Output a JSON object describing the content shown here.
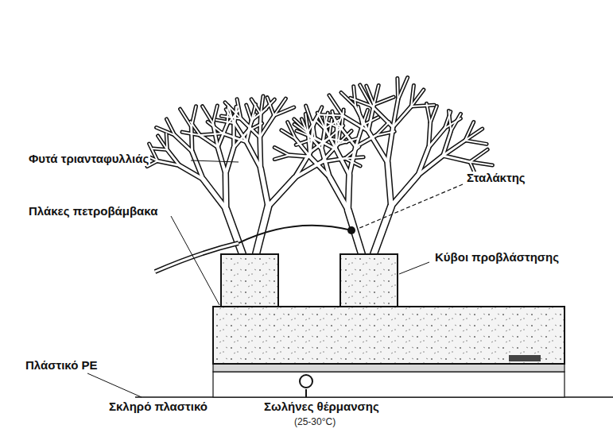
{
  "diagram": {
    "labels": [
      "Φυτά τριανταφυλλιάς",
      "Σταλάκτης",
      "Πλάκες πετροβάμβακα",
      "Κύβοι προβλάστησης",
      "Πλάστικό PE",
      "Σκληρό πλαστικό",
      "Σωλήνες θέρμανσης",
      "(25-30°C)"
    ]
  }
}
